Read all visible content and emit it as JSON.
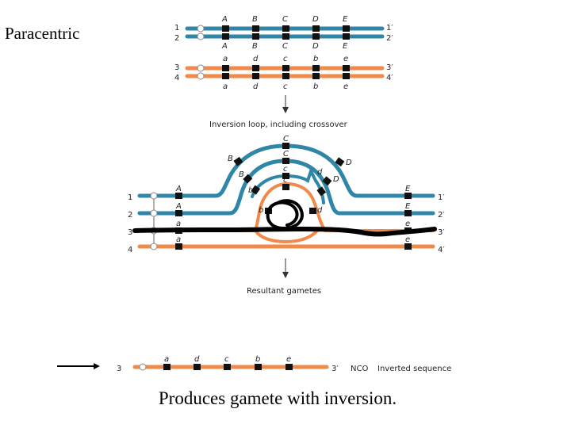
{
  "title": "Paracentric",
  "caption": "Produces gamete with inversion.",
  "colors": {
    "blue": "#2f86a6",
    "orange": "#f08a4b",
    "band": "#111111",
    "ink": "#000000"
  },
  "top_pair": {
    "blue_left": [
      "1",
      "2"
    ],
    "blue_right": [
      "1′",
      "2′"
    ],
    "orange_left": [
      "3",
      "4"
    ],
    "orange_right": [
      "3′",
      "4′"
    ],
    "blue_labels_above": [
      "A",
      "B",
      "C",
      "D",
      "E"
    ],
    "blue_labels_below": [
      "A",
      "B",
      "C",
      "D",
      "E"
    ],
    "orange_labels_above": [
      "a",
      "d",
      "c",
      "b",
      "e"
    ],
    "orange_labels_below": [
      "a",
      "d",
      "c",
      "b",
      "e"
    ]
  },
  "step1_label": "Inversion loop, including crossover",
  "loop": {
    "left_nums": [
      "1",
      "2",
      "3",
      "4"
    ],
    "right_nums": [
      "1′",
      "2′",
      "3′",
      "4′"
    ],
    "left_labels": [
      "A",
      "A",
      "a",
      "a"
    ],
    "right_labels": [
      "E",
      "E",
      "e",
      "e"
    ],
    "outer_arc_labels": [
      "B",
      "C",
      "D"
    ],
    "second_arc_labels": [
      "C",
      "B",
      "D"
    ],
    "third_arc_labels": [
      "c",
      "b",
      "d"
    ],
    "inner_arc_labels": [
      "c",
      "b",
      "d"
    ]
  },
  "step2_label": "Resultant gametes",
  "gamete": {
    "left_num": "3",
    "right_num": "3′",
    "labels": [
      "a",
      "d",
      "c",
      "b",
      "e"
    ],
    "tag": "NCO",
    "note": "Inverted sequence"
  }
}
